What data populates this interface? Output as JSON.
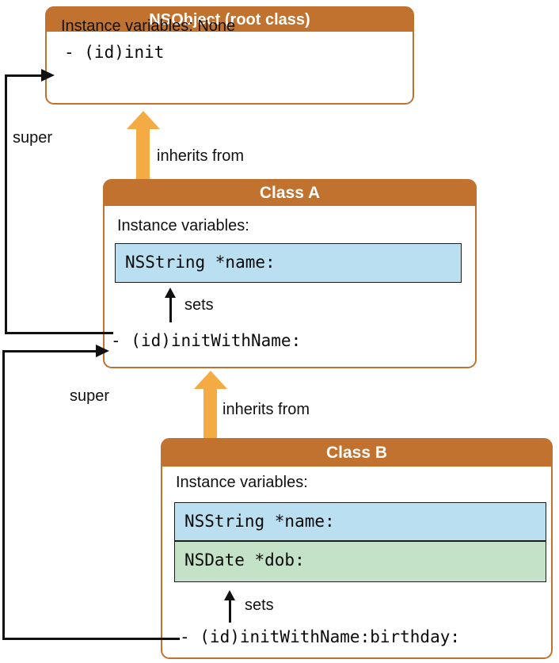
{
  "diagram": {
    "nsobject": {
      "title": "NSObject (root class)",
      "ivars_line": "Instance variables: None",
      "method": "- (id)init"
    },
    "class_a": {
      "title": "Class A",
      "ivars_label": "Instance variables:",
      "ivar_name": "NSString *name:",
      "sets_label": "sets",
      "method": "- (id)initWithName:"
    },
    "class_b": {
      "title": "Class B",
      "ivars_label": "Instance variables:",
      "ivar_name": "NSString *name:",
      "ivar_dob": "NSDate *dob:",
      "sets_label": "sets",
      "method": "- (id)initWithName:birthday:"
    },
    "edges": {
      "super_to_nsobject": "super",
      "super_to_classa": "super",
      "inherits_a": "inherits from",
      "inherits_b": "inherits from"
    },
    "colors": {
      "header_orange": "#C1722F",
      "arrow_orange": "#F5AB43",
      "ivar_blue": "#BADFF0",
      "ivar_green": "#C3E2C7",
      "line_black": "#111111"
    }
  }
}
